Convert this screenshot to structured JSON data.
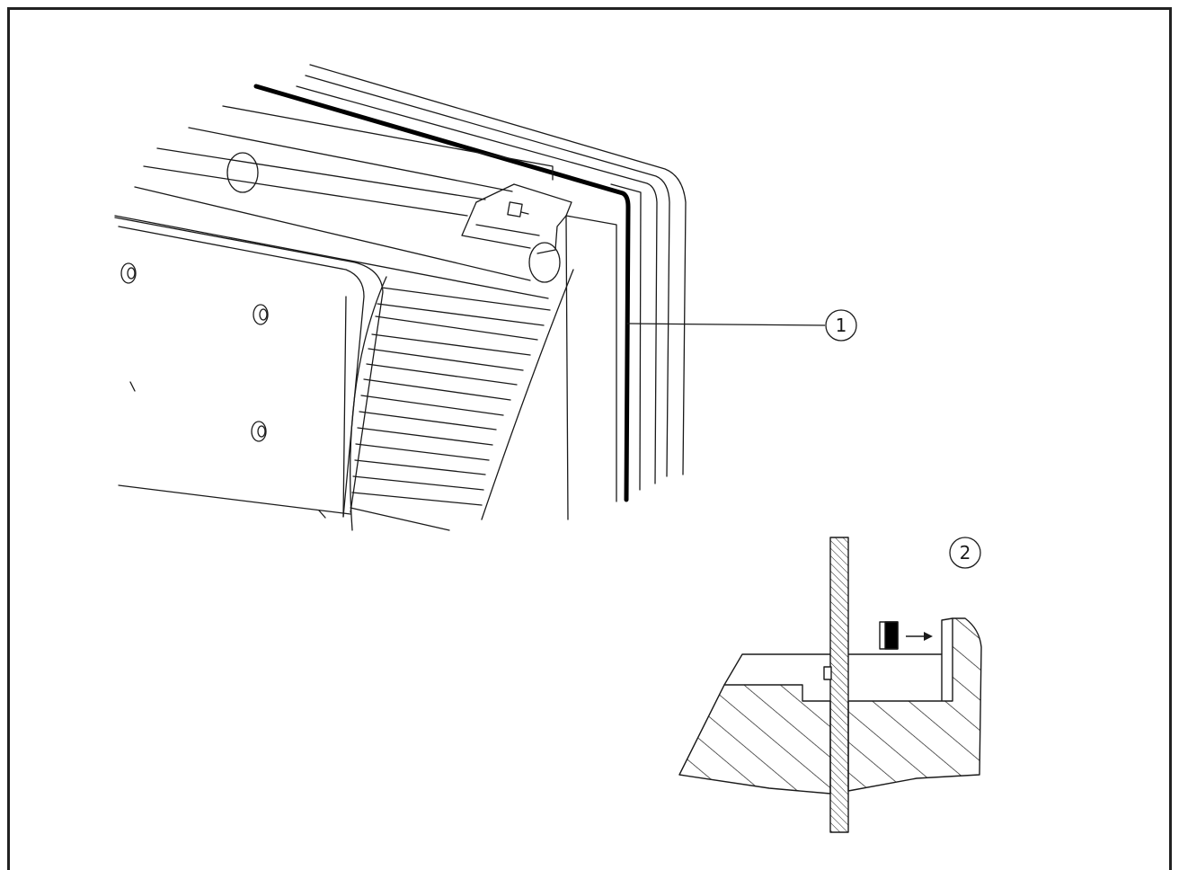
{
  "callouts": [
    {
      "label": "1",
      "target": "seal"
    },
    {
      "label": "2",
      "target": "clamp-section"
    }
  ],
  "colors": {
    "line": "#1a1a1a",
    "seal": "#000000",
    "background": "#ffffff",
    "frame": "#222222"
  }
}
